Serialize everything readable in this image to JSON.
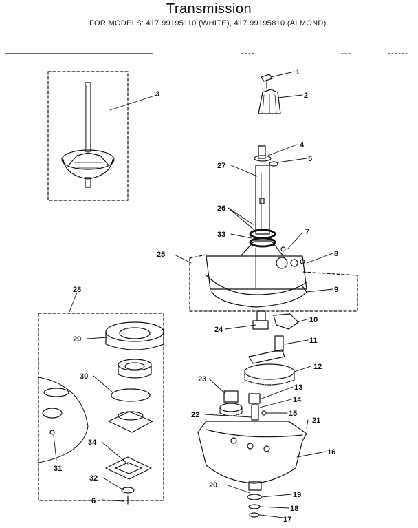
{
  "header": {
    "title": "Transmission",
    "models": "FOR MODELS:  417.99195110 (WHITE), 417.99195810 (ALMOND)."
  },
  "callouts": [
    "1",
    "2",
    "3",
    "4",
    "5",
    "6",
    "7",
    "8",
    "9",
    "10",
    "11",
    "12",
    "13",
    "14",
    "15",
    "16",
    "17",
    "18",
    "19",
    "20",
    "21",
    "22",
    "23",
    "24",
    "25",
    "26",
    "27",
    "28",
    "29",
    "30",
    "31",
    "32",
    "33",
    "34"
  ]
}
